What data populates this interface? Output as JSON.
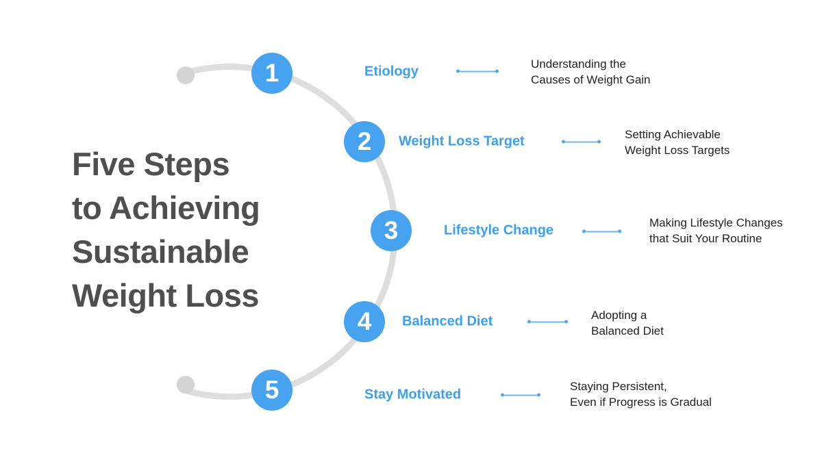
{
  "title": {
    "lines": [
      "Five Steps",
      "to Achieving",
      "Sustainable",
      "Weight Loss"
    ]
  },
  "steps": [
    {
      "number": "1",
      "label": "Etiology",
      "description": [
        "Understanding the",
        "Causes of Weight Gain"
      ]
    },
    {
      "number": "2",
      "label": "Weight Loss Target",
      "description": [
        "Setting Achievable",
        "Weight Loss Targets"
      ]
    },
    {
      "number": "3",
      "label": "Lifestyle Change",
      "description": [
        "Making Lifestyle Changes",
        "that Suit Your Routine"
      ]
    },
    {
      "number": "4",
      "label": "Balanced Diet",
      "description": [
        "Adopting a",
        "Balanced Diet"
      ]
    },
    {
      "number": "5",
      "label": "Stay Motivated",
      "description": [
        "Staying Persistent,",
        "Even if Progress is Gradual"
      ]
    }
  ],
  "colors": {
    "step_circle_blue": "#47a3ef",
    "label_blue": "#3b9ff2",
    "connector_blue": "#6cb5f4",
    "arc_gray": "#dedede",
    "arc_dot_gray": "#d4d4d4",
    "title_gray": "#4f4f4f",
    "description_dark": "#222222",
    "background": "#ffffff"
  }
}
